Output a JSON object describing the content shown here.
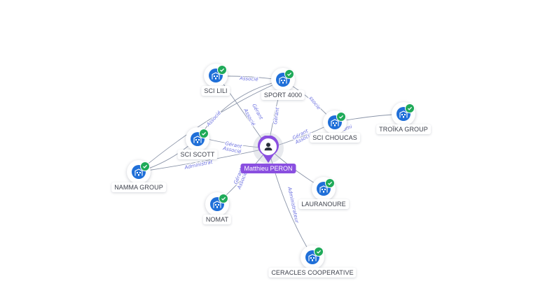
{
  "center": {
    "name": "Matthieu PERON",
    "icon": "person-icon"
  },
  "nodes": [
    {
      "id": "sci-lili",
      "name": "SCI LILI",
      "icon": "building-icon",
      "verified": true
    },
    {
      "id": "sport-4000",
      "name": "SPORT 4000",
      "icon": "building-icon",
      "verified": true
    },
    {
      "id": "sci-choucas",
      "name": "SCI CHOUCAS",
      "icon": "building-icon",
      "verified": true
    },
    {
      "id": "troika-group",
      "name": "TROÏKA GROUP",
      "icon": "building-icon",
      "verified": true
    },
    {
      "id": "sci-scott",
      "name": "SCI SCOTT",
      "icon": "building-icon",
      "verified": true
    },
    {
      "id": "namma-group",
      "name": "NAMMA GROUP",
      "icon": "building-icon",
      "verified": true
    },
    {
      "id": "lauranoure",
      "name": "LAURANOURE",
      "icon": "building-icon",
      "verified": true
    },
    {
      "id": "nomat",
      "name": "NOMAT",
      "icon": "building-icon",
      "verified": true
    },
    {
      "id": "ceracles-cooperative",
      "name": "CERACLES COOPERATIVE",
      "icon": "building-icon",
      "verified": true
    }
  ],
  "edge_labels": [
    "Associé",
    "Gérant",
    "Associé",
    "Gérant",
    "ssocie",
    "Gérant",
    "Associé",
    "Admi",
    "Administrat",
    "Associé",
    "Gérant",
    "Associé",
    "Associé",
    "Gérant",
    "Administrateur"
  ],
  "colors": {
    "accent": "#8a4fe0",
    "node": "#1f6fd8",
    "check": "#1faa59",
    "edge_label": "#6a6fe0"
  }
}
